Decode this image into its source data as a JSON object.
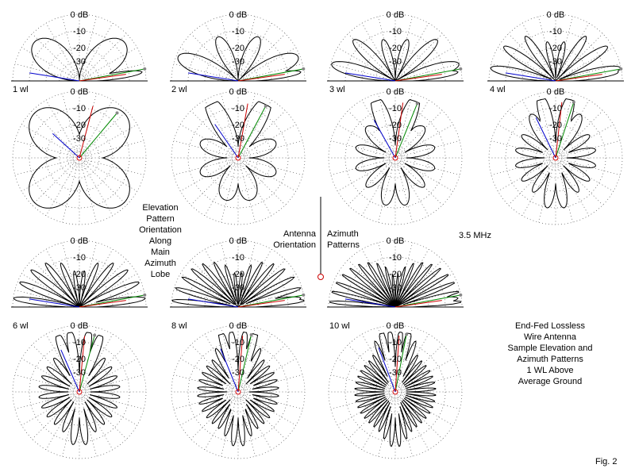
{
  "labels": {
    "elev_orient": [
      "Elevation",
      "Pattern",
      "Orientation",
      "Along",
      "Main",
      "Azimuth",
      "Lobe"
    ],
    "antenna_orient": [
      "Antenna",
      "Orientation"
    ],
    "azimuth_patterns": [
      "Azimuth",
      "Patterns"
    ],
    "frequency": "3.5 MHz",
    "caption": [
      "End-Fed Lossless",
      "Wire Antenna",
      "Sample Elevation and",
      "Azimuth Patterns",
      "1 WL Above",
      "Average Ground"
    ],
    "figure": "Fig. 2"
  },
  "rings": [
    "0 dB",
    "-10",
    "-20",
    "-30"
  ],
  "plots": [
    {
      "label": "1 wl",
      "lobes": 4,
      "tilt": 40
    },
    {
      "label": "2 wl",
      "lobes": 8,
      "tilt": 28
    },
    {
      "label": "3 wl",
      "lobes": 12,
      "tilt": 22
    },
    {
      "label": "4 wl",
      "lobes": 16,
      "tilt": 18
    },
    {
      "label": "6 wl",
      "lobes": 24,
      "tilt": 15
    },
    {
      "label": "8 wl",
      "lobes": 32,
      "tilt": 13
    },
    {
      "label": "10 wl",
      "lobes": 40,
      "tilt": 11
    }
  ],
  "colors": {
    "blue": "#0000cc",
    "red": "#cc0000",
    "green": "#008800",
    "ink": "#000000"
  }
}
